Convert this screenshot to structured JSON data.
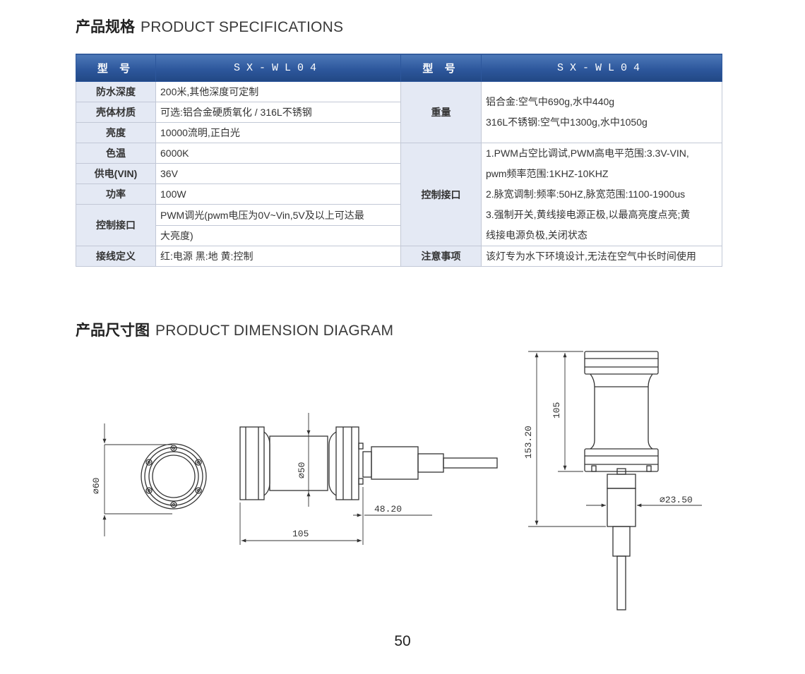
{
  "spec_section": {
    "title_zh": "产品规格",
    "title_en": "PRODUCT SPECIFICATIONS"
  },
  "table": {
    "header_label": "型 号",
    "model": "SX-WL04",
    "left_rows": [
      {
        "label": "防水深度",
        "value": "200米,其他深度可定制"
      },
      {
        "label": "壳体材质",
        "value": "可选:铝合金硬质氧化 / 316L不锈钢"
      },
      {
        "label": "亮度",
        "value": "10000流明,正白光"
      },
      {
        "label": "色温",
        "value": "6000K"
      },
      {
        "label": "供电(VIN)",
        "value": "36V"
      },
      {
        "label": "功率",
        "value": "100W"
      },
      {
        "label": "控制接口",
        "value_line1": "PWM调光(pwm电压为0V~Vin,5V及以上可达最",
        "value_line2": "大亮度)"
      },
      {
        "label": "接线定义",
        "value": "红:电源 黑:地 黄:控制"
      }
    ],
    "weight": {
      "label": "重量",
      "line1": "铝合金:空气中690g,水中440g",
      "line2": "316L不锈钢:空气中1300g,水中1050g"
    },
    "control": {
      "label": "控制接口",
      "lines": [
        "1.PWM占空比调试,PWM高电平范围:3.3V-VIN,",
        "pwm频率范围:1KHZ-10KHZ",
        "2.脉宽调制:频率:50HZ,脉宽范围:1100-1900us",
        "3.强制开关,黄线接电源正极,以最高亮度点亮;黄",
        "线接电源负极,关闭状态"
      ]
    },
    "notice": {
      "label": "注意事项",
      "value": "该灯专为水下环境设计,无法在空气中长时间使用"
    }
  },
  "dimension_section": {
    "title_zh": "产品尺寸图",
    "title_en": "PRODUCT DIMENSION DIAGRAM"
  },
  "dimensions": {
    "front_diameter": "∅60",
    "body_diameter": "∅50",
    "body_length": "105",
    "cable_length": "48.20",
    "top_height": "105",
    "total_height": "153.20",
    "connector_diameter": "∅23.50"
  },
  "colors": {
    "header_blue": "#2d579c",
    "label_bg": "#e4e9f4",
    "border": "#c2c8d6",
    "line": "#333333"
  },
  "page_number": "50"
}
